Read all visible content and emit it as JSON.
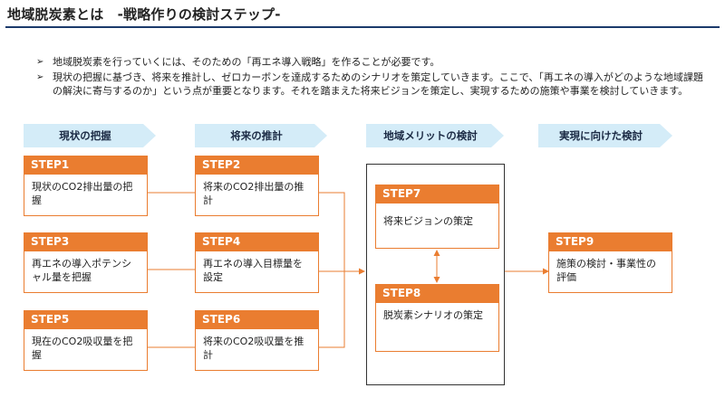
{
  "header": {
    "title": "地域脱炭素とは　-戦略作りの検討ステップ-"
  },
  "bullets": [
    "地域脱炭素を行っていくには、そのための「再エネ導入戦略」を作ることが必要です。",
    "現状の把握に基づき、将来を推計し、ゼロカーボンを達成するためのシナリオを策定していきます。ここで、「再エネの導入がどのような地域課題の解決に寄与するのか」という点が重要となります。それを踏まえた将来ビジョンを策定し、実現するための施策や事業を検討していきます。"
  ],
  "phases": [
    "現状の把握",
    "将来の推計",
    "地域メリットの検討",
    "実現に向けた検討"
  ],
  "steps": [
    {
      "label": "STEP1",
      "text": "現状のCO2排出量の把握"
    },
    {
      "label": "STEP2",
      "text": "将来のCO2排出量の推計"
    },
    {
      "label": "STEP3",
      "text": "再エネの導入ポテンシャル量を把握"
    },
    {
      "label": "STEP4",
      "text": "再エネの導入目標量を設定"
    },
    {
      "label": "STEP5",
      "text": "現在のCO2吸収量を把握"
    },
    {
      "label": "STEP6",
      "text": "将来のCO2吸収量を推計"
    },
    {
      "label": "STEP7",
      "text": "将来ビジョンの策定"
    },
    {
      "label": "STEP8",
      "text": "脱炭素シナリオの策定"
    },
    {
      "label": "STEP9",
      "text": "施策の検討・事業性の評価"
    }
  ],
  "colors": {
    "step_orange": "#ea7d30",
    "phase_blue": "#d4ecf8",
    "title_rule": "#1b3a6b"
  },
  "icons": {
    "bullet": "arrowhead-bullet-icon"
  }
}
